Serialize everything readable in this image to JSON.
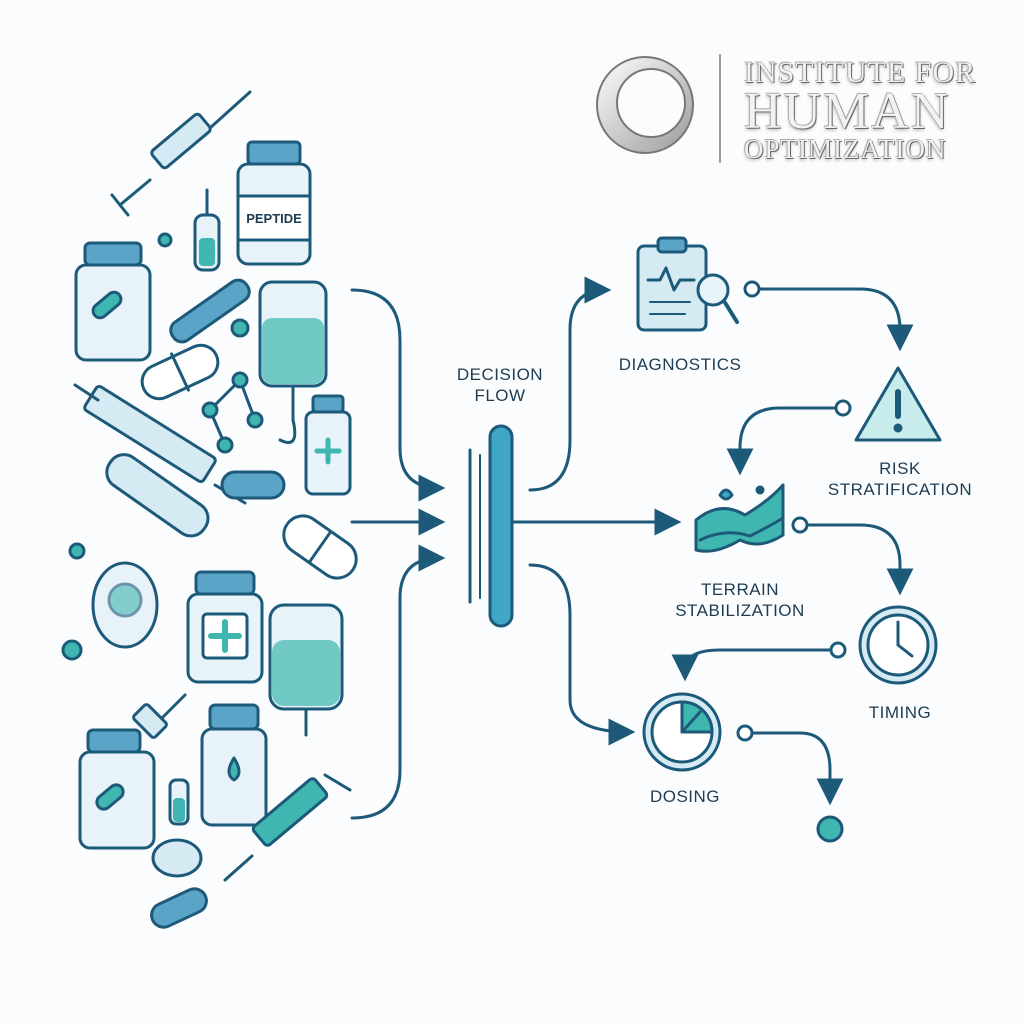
{
  "logo": {
    "line1": "INSTITUTE FOR",
    "line2": "HUMAN",
    "line3": "OPTIMIZATION"
  },
  "vial_label": "PEPTIDE",
  "center": {
    "line1": "DECISION",
    "line2": "FLOW"
  },
  "nodes": {
    "diagnostics": "DIAGNOSTICS",
    "risk_line1": "RISK",
    "risk_line2": "STRATIFICATION",
    "terrain_line1": "TERRAIN",
    "terrain_line2": "STABILIZATION",
    "timing": "TIMING",
    "dosing": "DOSING"
  },
  "colors": {
    "navy": "#1d5a7a",
    "teal": "#3fb7b0",
    "light_blue": "#d5eaf3",
    "text": "#1d3c52"
  }
}
